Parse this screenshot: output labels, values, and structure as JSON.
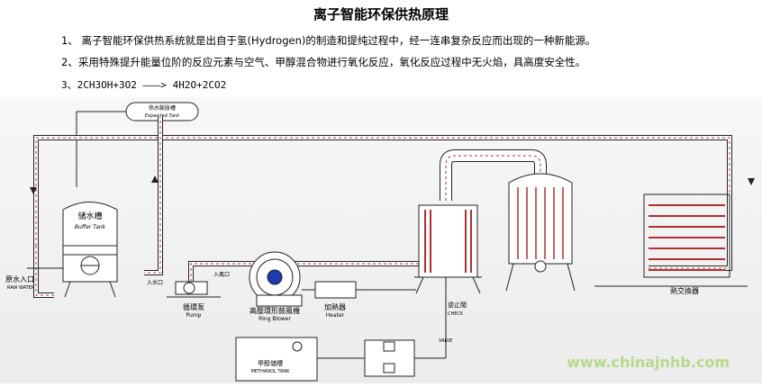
{
  "page": {
    "title": "离子智能环保供热原理"
  },
  "lines": [
    "1、  离子智能环保供热系统就是出自于氢(Hydrogen)的制造和提纯过程中，经一连串复杂反应而出现的一种新能源。",
    "2、采用特殊提升能量位阶的反应元素与空气、甲醇混合物进行氧化反应，氧化反应过程中无火焰，具高度安全性。",
    "3、2CH3OH+3O2 ———> 4H2O+2CO2"
  ],
  "labels": {
    "expanded_tank_cn": "热水膨胀槽",
    "expanded_tank_en": "Expanded Tank",
    "buffer_tank_cn": "储水槽",
    "buffer_tank_en": "Buffer Tank",
    "raw_water_cn": "原水入口",
    "raw_water_en": "RAW WATER",
    "water_inlet": "入水口",
    "pump_cn": "循環泵",
    "pump_en": "Pump",
    "air_inlet": "入風口",
    "blower_cn": "高壓環形鼓風機",
    "blower_en": "Ring Blower",
    "heater_cn": "加熱器",
    "heater_en": "Heater",
    "check_cn": "逆止閥",
    "check_en": "CHECK",
    "valve_en": "VALVE",
    "methanol_cn": "甲醇儲槽",
    "methanol_en": "METHANOL TANK",
    "heat_exchanger": "熱交換器",
    "watermark": "www.chinajnhb.com"
  },
  "colors": {
    "pipe": "#b03030",
    "line": "#2a2a2a",
    "watermark": "#b5d98a"
  }
}
